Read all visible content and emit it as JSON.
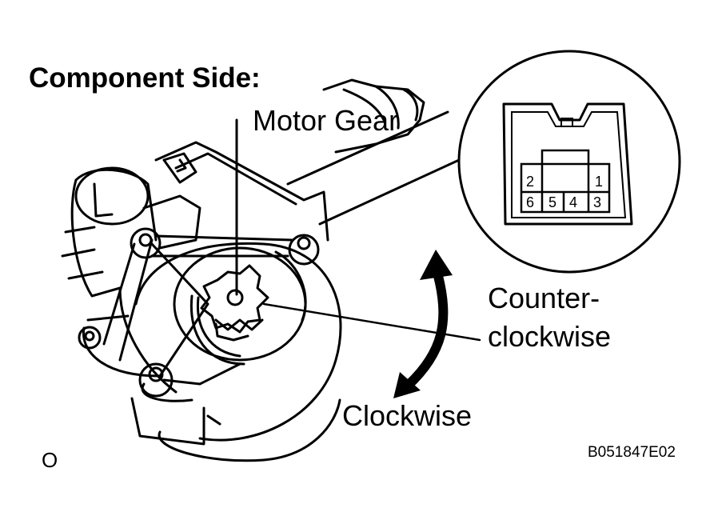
{
  "labels": {
    "title": "Component Side:",
    "motor_gear": "Motor Gear",
    "counter_line1": "Counter-",
    "counter_line2": "clockwise",
    "clockwise": "Clockwise",
    "corner_mark": "O",
    "figure_code": "B051847E02"
  },
  "connector": {
    "pins_top": [
      "2",
      "1"
    ],
    "pins_bottom": [
      "6",
      "5",
      "4",
      "3"
    ]
  }
}
